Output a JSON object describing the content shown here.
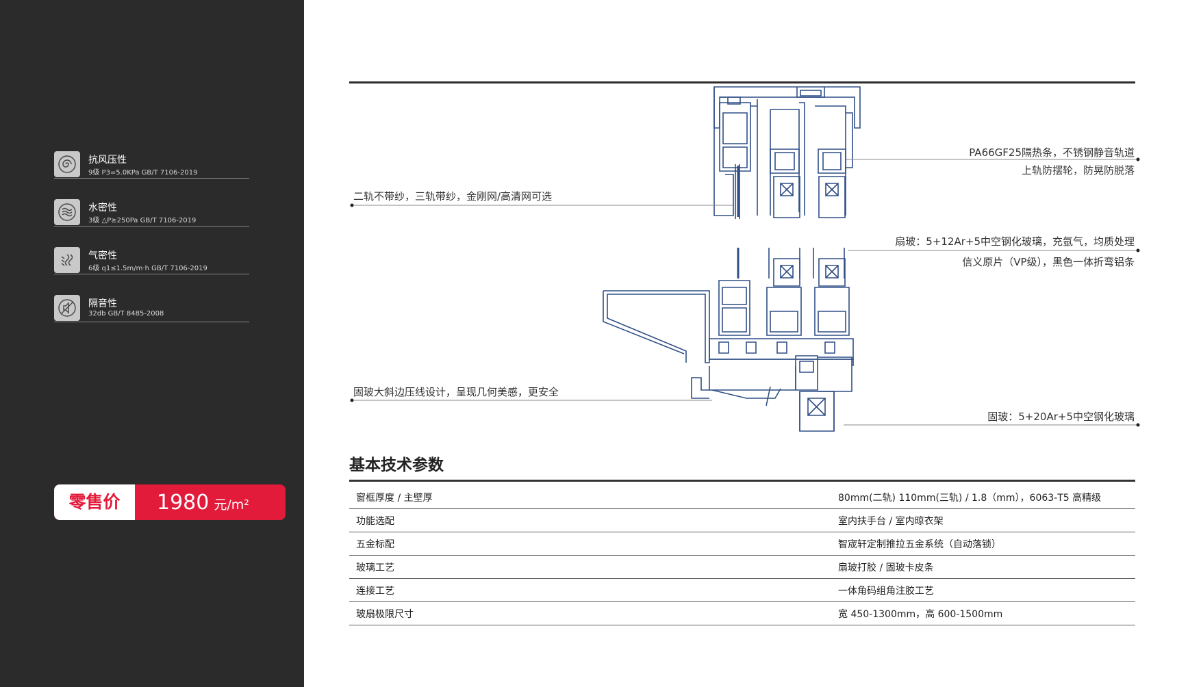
{
  "performance": [
    {
      "icon": "wind-pressure-icon",
      "title": "抗风压性",
      "spec": "9级 P3=5.0KPa GB/T 7106-2019"
    },
    {
      "icon": "water-tightness-icon",
      "title": "水密性",
      "spec": "3级 △P≥250Pa GB/T 7106-2019"
    },
    {
      "icon": "air-tightness-icon",
      "title": "气密性",
      "spec": "6级 q1≤1.5m/m·h GB/T 7106-2019"
    },
    {
      "icon": "sound-insulation-icon",
      "title": "隔音性",
      "spec": "32db GB/T 8485-2008"
    }
  ],
  "price": {
    "label": "零售价",
    "value": "1980",
    "unit": "元/m²"
  },
  "callouts": {
    "screen_option": "二轨不带纱，三轨带纱，金刚网/高清网可选",
    "thermal_break_1": "PA66GF25隔热条，不锈钢静音轨道",
    "thermal_break_2": "上轨防摆轮，防晃防脱落",
    "sash_glass_1": "扇玻：5+12Ar+5中空钢化玻璃，充氩气，均质处理",
    "sash_glass_2": "信义原片（VP级），黑色一体折弯铝条",
    "bevel_bead": "固玻大斜边压线设计，呈现几何美感，更安全",
    "fixed_glass": "固玻：5+20Ar+5中空钢化玻璃"
  },
  "specs": {
    "title": "基本技术参数",
    "rows": [
      {
        "key": "窗框厚度 / 主壁厚",
        "value": "80mm(二轨) 110mm(三轨) / 1.8（mm），6063-T5 高精级"
      },
      {
        "key": "功能选配",
        "value": "室内扶手台 / 室内晾衣架"
      },
      {
        "key": "五金标配",
        "value": "智宬轩定制推拉五金系统（自动落锁）"
      },
      {
        "key": "玻璃工艺",
        "value": "扇玻打胶 / 固玻卡皮条"
      },
      {
        "key": "连接工艺",
        "value": "一体角码组角注胶工艺"
      },
      {
        "key": "玻扇极限尺寸",
        "value": "宽 450-1300mm，高 600-1500mm"
      }
    ]
  },
  "colors": {
    "sidebar": "#2b2b2b",
    "accent": "#e21b3a",
    "drawing": "#2f4e86"
  }
}
